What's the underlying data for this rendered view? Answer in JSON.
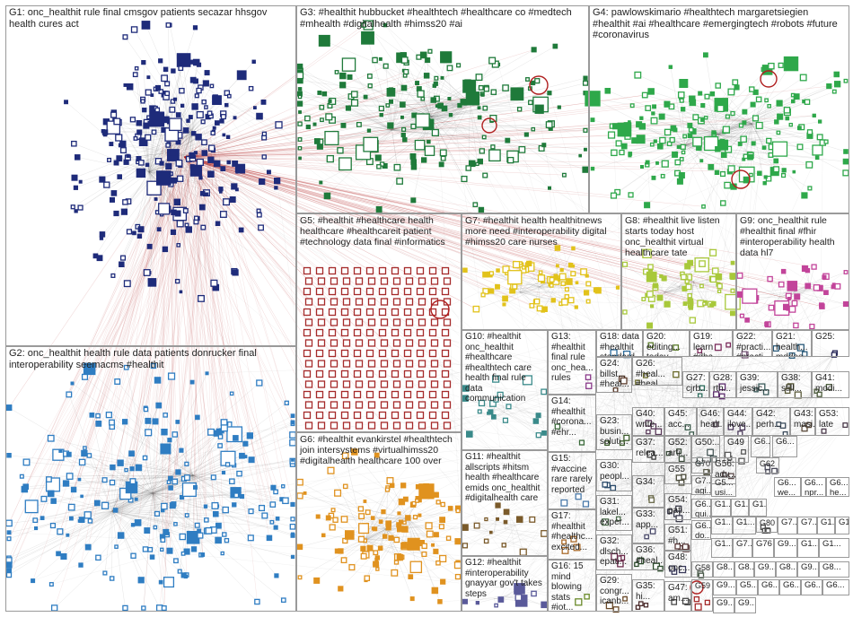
{
  "graph": {
    "groups": [
      {
        "id": "G1",
        "label": "G1: onc_healthit rule final cmsgov patients secazar hhsgov health cures act",
        "node_color": "#1e2b7a"
      },
      {
        "id": "G2",
        "label": "G2: onc_healthit health rule data patients donrucker final interoperability seemacms #healthit",
        "node_color": "#2f7dc2"
      },
      {
        "id": "G3",
        "label": "G3: #healthit hubbucket #healthtech #healthcare co #medtech #mhealth #digitalhealth #himss20 #ai",
        "node_color": "#1f7a3a"
      },
      {
        "id": "G4",
        "label": "G4: pawlowskimario #healthtech margaretsiegien #healthit #ai #healthcare #emergingtech #robots #future #coronavirus",
        "node_color": "#2ea84a"
      },
      {
        "id": "G5",
        "label": "G5: #healthit #healthcare health healthcare #healthcareit patient #technology data final #informatics",
        "node_color": "#a52a2a"
      },
      {
        "id": "G6",
        "label": "G6: #healthit evankirstel #healthtech join intersystems #virtualhimss20 #digitalhealth healthcare 100 over",
        "node_color": "#e0921f"
      },
      {
        "id": "G7",
        "label": "G7: #healthit health healthitnews more need #interoperability digital #himss20 care nurses",
        "node_color": "#e2c21a"
      },
      {
        "id": "G8",
        "label": "G8: #healthit live listen starts today host onc_healthit virtual healthcare tate",
        "node_color": "#a8c83a"
      },
      {
        "id": "G9",
        "label": "G9: onc_healthit rule #healthit final #fhir #interoperability health data hl7",
        "node_color": "#c2449a"
      },
      {
        "id": "G10",
        "label": "G10: #healthit onc_healthit #healthcare #healthtech care health final rule data communication",
        "node_color": "#3a8a8a"
      },
      {
        "id": "G11",
        "label": "G11: #healthit allscripts #hitsm health #healthcare emids onc_healthit #digitalhealth care",
        "node_color": "#7a5a2a"
      },
      {
        "id": "G12",
        "label": "G12: #healthit #interoperability gnayyar gov't takes steps",
        "node_color": "#5a5a9a"
      },
      {
        "id": "G13",
        "label": "G13: #healthit final rule onc_hea... rules",
        "node_color": "#8a3a8a"
      },
      {
        "id": "G14",
        "label": "G14: #healthit #corona... #ehr...",
        "node_color": "#3a6a3a"
      },
      {
        "id": "G15",
        "label": "G15: #vaccine rare rarely reported",
        "node_color": "#4a7aaa"
      },
      {
        "id": "G16",
        "label": "G16: 15 mind blowing stats #iot...",
        "node_color": "#6a8a2a"
      },
      {
        "id": "G17",
        "label": "G17: #healthit #healthc... excited...",
        "node_color": "#aa6a2a"
      },
      {
        "id": "G18",
        "label": "G18: data #healthit standard...",
        "node_color": "#2a6a9a"
      },
      {
        "id": "G19",
        "label": "G19: learn #dha...",
        "node_color": "#7a2a5a"
      },
      {
        "id": "G20",
        "label": "G20: editing... today...",
        "node_color": "#5a7a2a"
      },
      {
        "id": "G21",
        "label": "G21: health... mddee...",
        "node_color": "#2a5a7a"
      },
      {
        "id": "G22",
        "label": "G22: #practi... #practi...",
        "node_color": "#7a5a7a"
      },
      {
        "id": "G23",
        "label": "G23: busin... soluti...",
        "node_color": "#3a5a2a"
      },
      {
        "id": "G24",
        "label": "G24: billst... #heal...",
        "node_color": "#5a3a2a"
      },
      {
        "id": "G25",
        "label": "G25:",
        "node_color": "#2a2a5a"
      },
      {
        "id": "G26",
        "label": "G26: #heal... #heal...",
        "node_color": "#6a6a2a"
      },
      {
        "id": "G27",
        "label": "G27: cjrb...",
        "node_color": "#2a6a5a"
      },
      {
        "id": "G28",
        "label": "G28: rth... ...",
        "node_color": "#5a2a6a"
      },
      {
        "id": "G29",
        "label": "G29: congr... icanb...",
        "node_color": "#6a4a2a"
      },
      {
        "id": "G30",
        "label": "G30: peopl...",
        "node_color": "#2a4a6a"
      },
      {
        "id": "G31",
        "label": "G31: lakel... exper...",
        "node_color": "#4a6a4a"
      },
      {
        "id": "G32",
        "label": "G32: dlsch... epati...",
        "node_color": "#6a2a4a"
      },
      {
        "id": "G33",
        "label": "G33: app...",
        "node_color": "#4a4a6a"
      },
      {
        "id": "G34",
        "label": "G34:",
        "node_color": "#6a6a4a"
      },
      {
        "id": "G35",
        "label": "G35: hi...",
        "node_color": "#4a2a2a"
      },
      {
        "id": "G36",
        "label": "G36: #heal...",
        "node_color": "#2a4a2a"
      },
      {
        "id": "G37",
        "label": "G37: relea...",
        "node_color": "#3a3a3a"
      },
      {
        "id": "G38",
        "label": "G38: still...",
        "node_color": "#5a5a3a"
      },
      {
        "id": "G39",
        "label": "G39: jessic...",
        "node_color": "#3a5a5a"
      },
      {
        "id": "G40",
        "label": "G40: write...",
        "node_color": "#5a3a5a"
      },
      {
        "id": "G41",
        "label": "G41: modi...",
        "node_color": "#4a5a3a"
      },
      {
        "id": "G42",
        "label": "G42: perh...",
        "node_color": "#3a4a5a"
      },
      {
        "id": "G43",
        "label": "G43: masi...",
        "node_color": "#5a4a3a"
      },
      {
        "id": "G44",
        "label": "G44: ilove...",
        "node_color": "#4a3a5a"
      },
      {
        "id": "G45",
        "label": "G45: acc...",
        "node_color": "#3a5a4a"
      },
      {
        "id": "G46",
        "label": "G46: healt...",
        "node_color": "#5a4a5a"
      },
      {
        "id": "G47",
        "label": "G47: am...",
        "node_color": "#4a4a4a"
      },
      {
        "id": "G48",
        "label": "G48: onc...",
        "node_color": "#3a3a5a"
      },
      {
        "id": "G49",
        "label": "G49",
        "node_color": "#5a5a5a"
      },
      {
        "id": "G50",
        "label": "G50:...",
        "node_color": "#4a5a5a"
      },
      {
        "id": "G51",
        "label": "G51: #h...",
        "node_color": "#5a3a3a"
      },
      {
        "id": "G52",
        "label": "G52: arti...",
        "node_color": "#3a4a3a"
      },
      {
        "id": "G53",
        "label": "G53: late",
        "node_color": "#4a3a4a"
      },
      {
        "id": "G54",
        "label": "G54: pati...",
        "node_color": "#3a3a4a"
      },
      {
        "id": "G55",
        "label": "G55",
        "node_color": "#4a4a3a"
      },
      {
        "id": "G56",
        "label": "G56: adv...",
        "node_color": "#5a4a4a"
      },
      {
        "id": "G58",
        "label": "G58",
        "node_color": "#4a5a4a"
      },
      {
        "id": "G59",
        "label": "G59",
        "node_color": "#a52a2a"
      },
      {
        "id": "G62",
        "label": "G62",
        "node_color": "#4a4a5a"
      },
      {
        "id": "G70",
        "label": "G70",
        "node_color": "#5a5a4a"
      },
      {
        "id": "G80",
        "label": "G80",
        "node_color": "#4a4a4a"
      }
    ],
    "small_labels": [
      {
        "text": "G6...",
        "id": "s1"
      },
      {
        "text": "G6...",
        "id": "s2"
      },
      {
        "text": "G5... usi...",
        "id": "s3"
      },
      {
        "text": "G6... we...",
        "id": "s4"
      },
      {
        "text": "G6... npr...",
        "id": "s5"
      },
      {
        "text": "G6... he...",
        "id": "s6"
      },
      {
        "text": "G7... agi...",
        "id": "s7"
      },
      {
        "text": "G1...",
        "id": "s8"
      },
      {
        "text": "G1...",
        "id": "s9"
      },
      {
        "text": "G6... qui...",
        "id": "s10"
      },
      {
        "text": "G1...",
        "id": "s11"
      },
      {
        "text": "G6... do...",
        "id": "s12"
      },
      {
        "text": "G1...",
        "id": "s13"
      },
      {
        "text": "G1...",
        "id": "s14"
      },
      {
        "text": "G7...",
        "id": "s15"
      },
      {
        "text": "G7...",
        "id": "s16"
      },
      {
        "text": "G1...",
        "id": "s17"
      },
      {
        "text": "G1...",
        "id": "s18"
      },
      {
        "text": "G1...",
        "id": "s19"
      },
      {
        "text": "G7...",
        "id": "s20"
      },
      {
        "text": "G76",
        "id": "s21"
      },
      {
        "text": "G9...",
        "id": "s22"
      },
      {
        "text": "G1...",
        "id": "s23"
      },
      {
        "text": "G1...",
        "id": "s24"
      },
      {
        "text": "G8...",
        "id": "s25"
      },
      {
        "text": "G8...",
        "id": "s26"
      },
      {
        "text": "G9...",
        "id": "s27"
      },
      {
        "text": "G8...",
        "id": "s28"
      },
      {
        "text": "G9...",
        "id": "s29"
      },
      {
        "text": "G8...",
        "id": "s30"
      },
      {
        "text": "G9...",
        "id": "s31"
      },
      {
        "text": "G5...",
        "id": "s32"
      },
      {
        "text": "G6...",
        "id": "s33"
      },
      {
        "text": "G6...",
        "id": "s34"
      },
      {
        "text": "G6...",
        "id": "s35"
      },
      {
        "text": "G6...",
        "id": "s36"
      },
      {
        "text": "G9...",
        "id": "s37"
      },
      {
        "text": "G9...",
        "id": "s38"
      }
    ],
    "edge_colors": {
      "gray": "#6b6b6b",
      "red": "#b02020"
    }
  }
}
